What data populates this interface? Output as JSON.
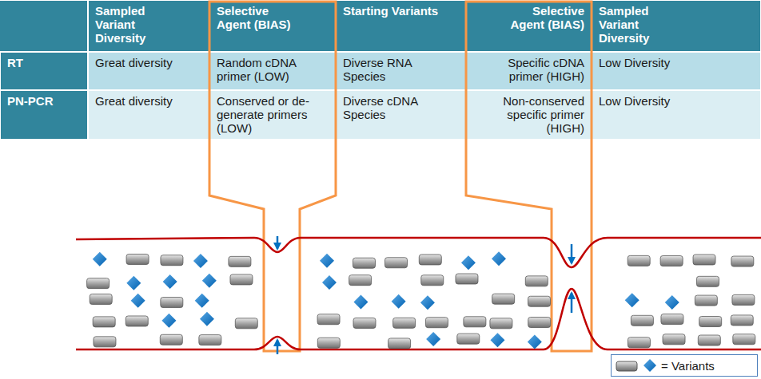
{
  "diagram": {
    "labels": [
      "Sampled Variant Diversity",
      "Selective Agent (BIAS)",
      "Starting Variants",
      "Selective Agent (BIAS)",
      "Sampled Variant Diversity",
      "RT",
      "Great diversity",
      "Random cDNA primer (LOW)",
      "Diverse RNA Species",
      "Specific cDNA primer (HIGH)",
      "Low Diversity",
      "PN-PCR",
      "Great diversity",
      "Conserved or de-generate primers (LOW)",
      "Diverse cDNA Species",
      "Non-conserved specific primer (HIGH)",
      "Low Diversity"
    ],
    "legend": [
      {
        "text": "= Variants"
      }
    ]
  }
}
